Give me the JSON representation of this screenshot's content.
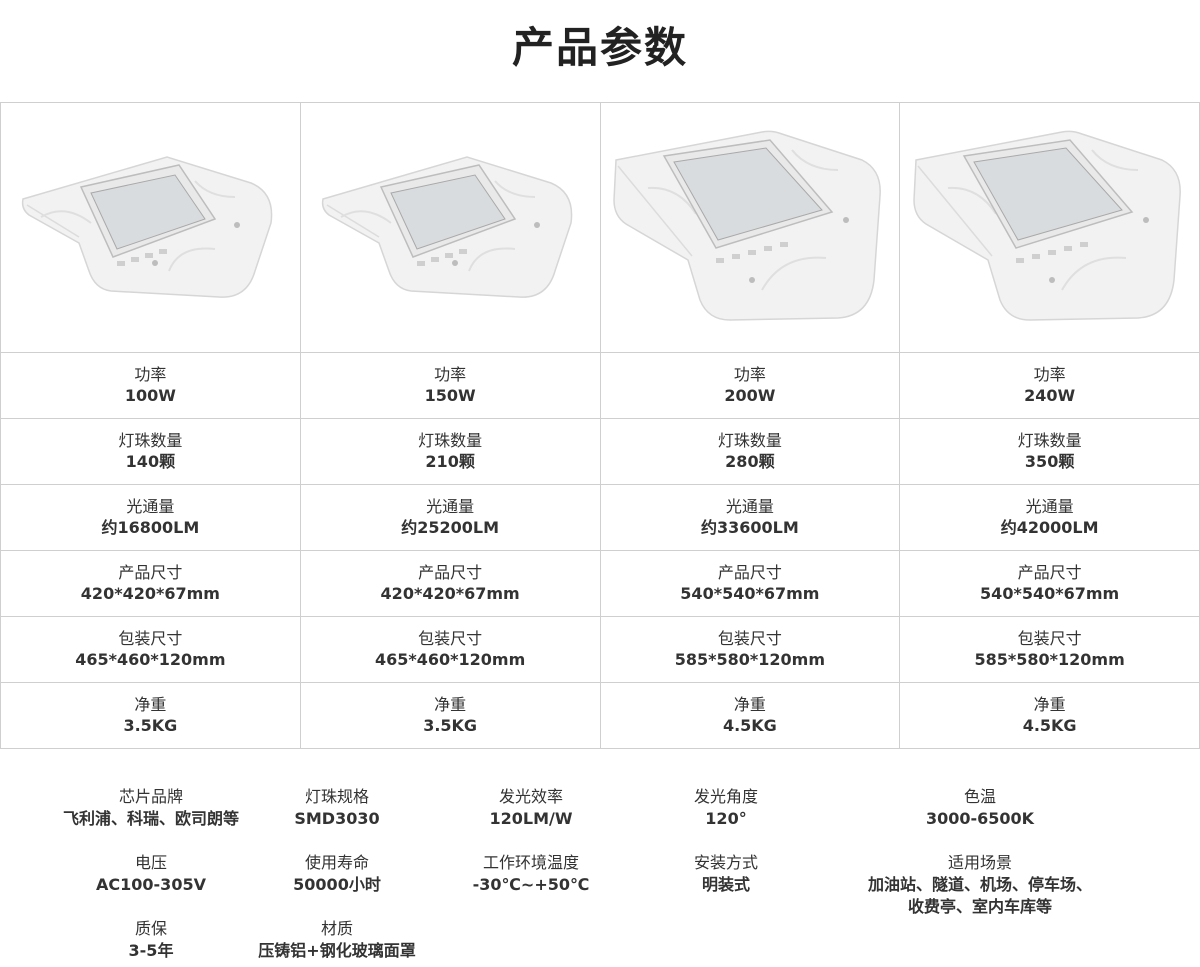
{
  "title": "产品参数",
  "products": [
    {
      "image": "led-canopy-light-small-icon",
      "power_label": "功率",
      "power": "100W",
      "leds_label": "灯珠数量",
      "leds": "140颗",
      "flux_label": "光通量",
      "flux": "约16800LM",
      "size_label": "产品尺寸",
      "size": "420*420*67mm",
      "pack_label": "包装尺寸",
      "pack": "465*460*120mm",
      "weight_label": "净重",
      "weight": "3.5KG"
    },
    {
      "image": "led-canopy-light-small-icon",
      "power_label": "功率",
      "power": "150W",
      "leds_label": "灯珠数量",
      "leds": "210颗",
      "flux_label": "光通量",
      "flux": "约25200LM",
      "size_label": "产品尺寸",
      "size": "420*420*67mm",
      "pack_label": "包装尺寸",
      "pack": "465*460*120mm",
      "weight_label": "净重",
      "weight": "3.5KG"
    },
    {
      "image": "led-canopy-light-large-icon",
      "power_label": "功率",
      "power": "200W",
      "leds_label": "灯珠数量",
      "leds": "280颗",
      "flux_label": "光通量",
      "flux": "约33600LM",
      "size_label": "产品尺寸",
      "size": "540*540*67mm",
      "pack_label": "包装尺寸",
      "pack": "585*580*120mm",
      "weight_label": "净重",
      "weight": "4.5KG"
    },
    {
      "image": "led-canopy-light-large-icon",
      "power_label": "功率",
      "power": "240W",
      "leds_label": "灯珠数量",
      "leds": "350颗",
      "flux_label": "光通量",
      "flux": "约42000LM",
      "size_label": "产品尺寸",
      "size": "540*540*67mm",
      "pack_label": "包装尺寸",
      "pack": "585*580*120mm",
      "weight_label": "净重",
      "weight": "4.5KG"
    }
  ],
  "specs": [
    {
      "label": "芯片品牌",
      "value": "飞利浦、科瑞、欧司朗等"
    },
    {
      "label": "灯珠规格",
      "value": "SMD3030"
    },
    {
      "label": "发光效率",
      "value": "120LM/W"
    },
    {
      "label": "发光角度",
      "value": "120°"
    },
    {
      "label": "色温",
      "value": "3000-6500K"
    },
    {
      "label": "电压",
      "value": "AC100-305V"
    },
    {
      "label": "使用寿命",
      "value": "50000小时"
    },
    {
      "label": "工作环境温度",
      "value": "-30℃~+50℃"
    },
    {
      "label": "安装方式",
      "value": "明装式"
    },
    {
      "label": "适用场景",
      "value": "加油站、隧道、机场、停车场、",
      "value2": "收费亭、室内车库等"
    },
    {
      "label": "质保",
      "value": "3-5年"
    },
    {
      "label": "材质",
      "value": "压铸铝+钢化玻璃面罩"
    }
  ]
}
